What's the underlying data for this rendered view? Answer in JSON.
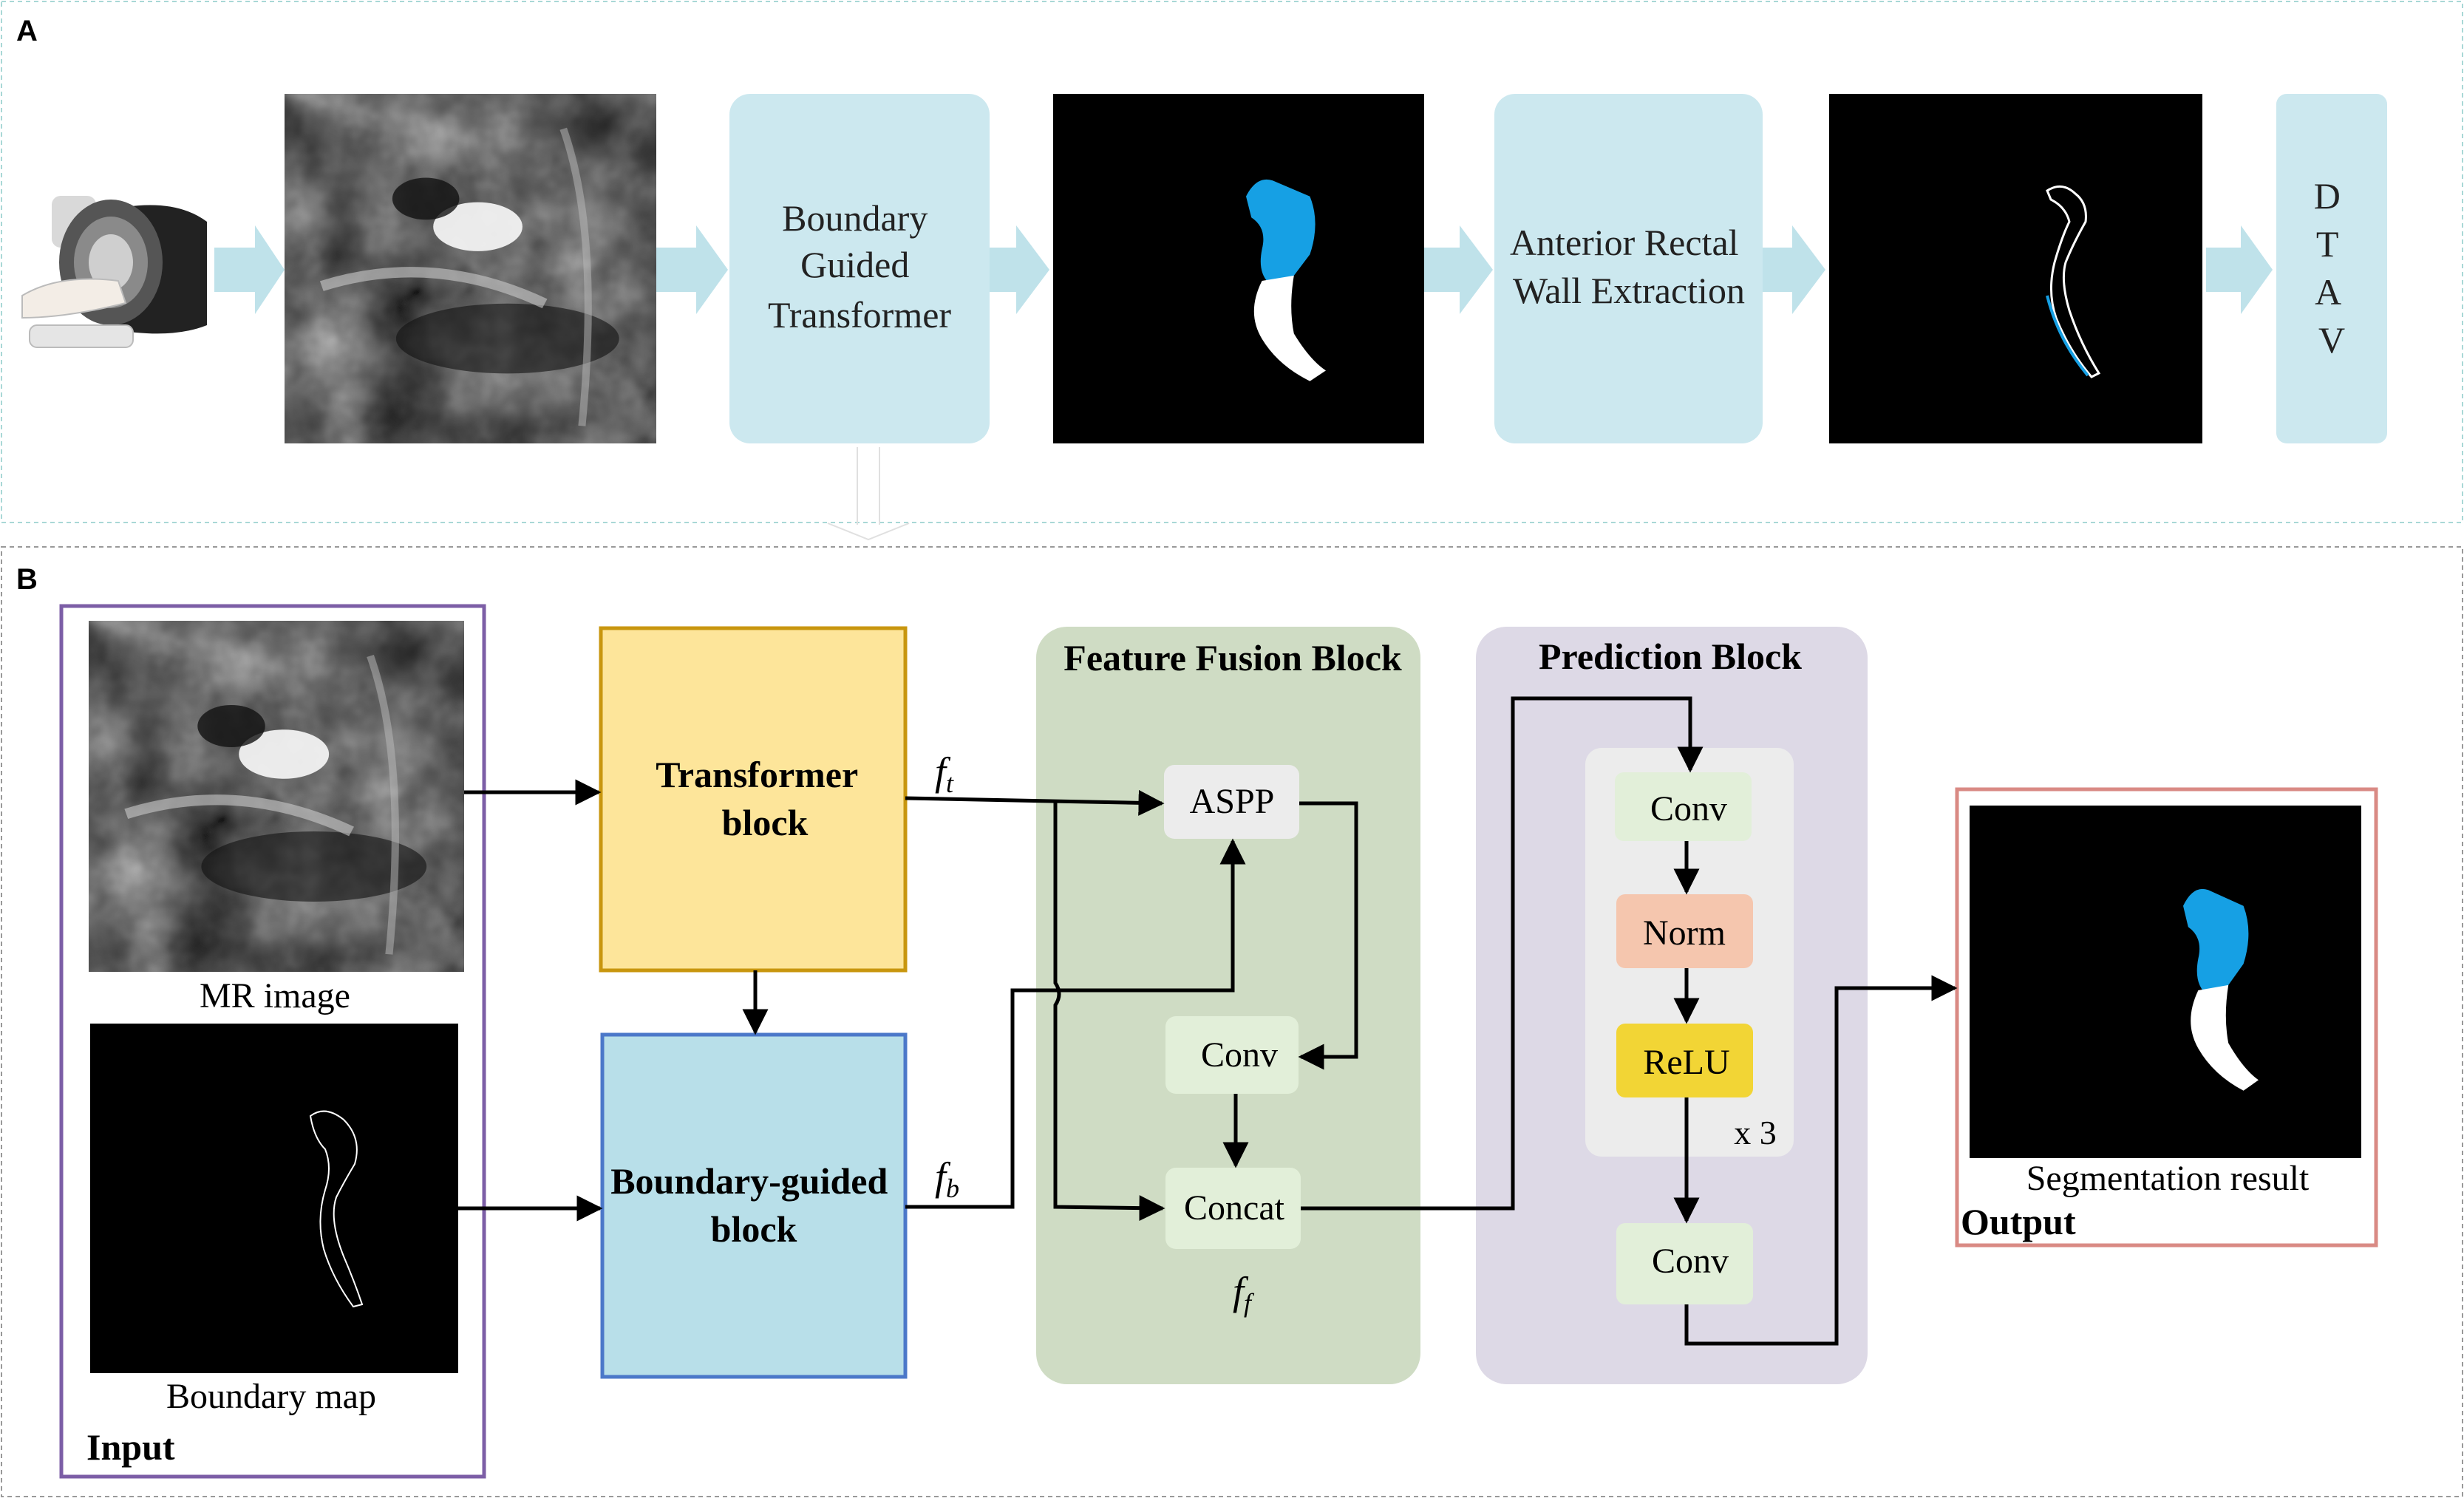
{
  "panel_a": {
    "label": "A",
    "steps": {
      "bgt": [
        "Boundary",
        "Guided",
        "Transformer"
      ],
      "arwe": [
        "Anterior Rectal",
        "Wall Extraction"
      ],
      "dtav": [
        "D",
        "T",
        "A",
        "V"
      ]
    }
  },
  "panel_b": {
    "label": "B",
    "input": {
      "mr_caption": "MR image",
      "boundary_caption": "Boundary map",
      "title": "Input"
    },
    "transformer": [
      "Transformer",
      "block"
    ],
    "boundary_block": [
      "Boundary-guided",
      "block"
    ],
    "symbols": {
      "ft_main": "f",
      "ft_sub": "t",
      "fb_main": "f",
      "fb_sub": "b",
      "ff_main": "f",
      "ff_sub": "f"
    },
    "fusion": {
      "title": "Feature Fusion Block",
      "aspp": "ASPP",
      "conv": "Conv",
      "concat": "Concat"
    },
    "prediction": {
      "title": "Prediction Block",
      "conv1": "Conv",
      "norm": "Norm",
      "relu": "ReLU",
      "repeat": "x 3",
      "conv2": "Conv"
    },
    "output": {
      "caption": "Segmentation result",
      "title": "Output"
    }
  },
  "colors": {
    "panel_a_border": "#a9d8d6",
    "step_box": "#cce8ef",
    "arrow_fill": "#bfe2ea",
    "transformer_fill": "#fde59a",
    "transformer_border": "#c8960e",
    "boundary_fill": "#b8dfe9",
    "boundary_border": "#4b78c9",
    "fusion_fill": "#cfdcc4",
    "prediction_fill": "#ddd9e6",
    "input_border": "#7c5ea6",
    "output_border": "#d98a84",
    "segment_blue": "#16a0e4",
    "norm_fill": "#f5c6ae",
    "relu_fill": "#f2d535",
    "light_node": "#e2efd9"
  }
}
